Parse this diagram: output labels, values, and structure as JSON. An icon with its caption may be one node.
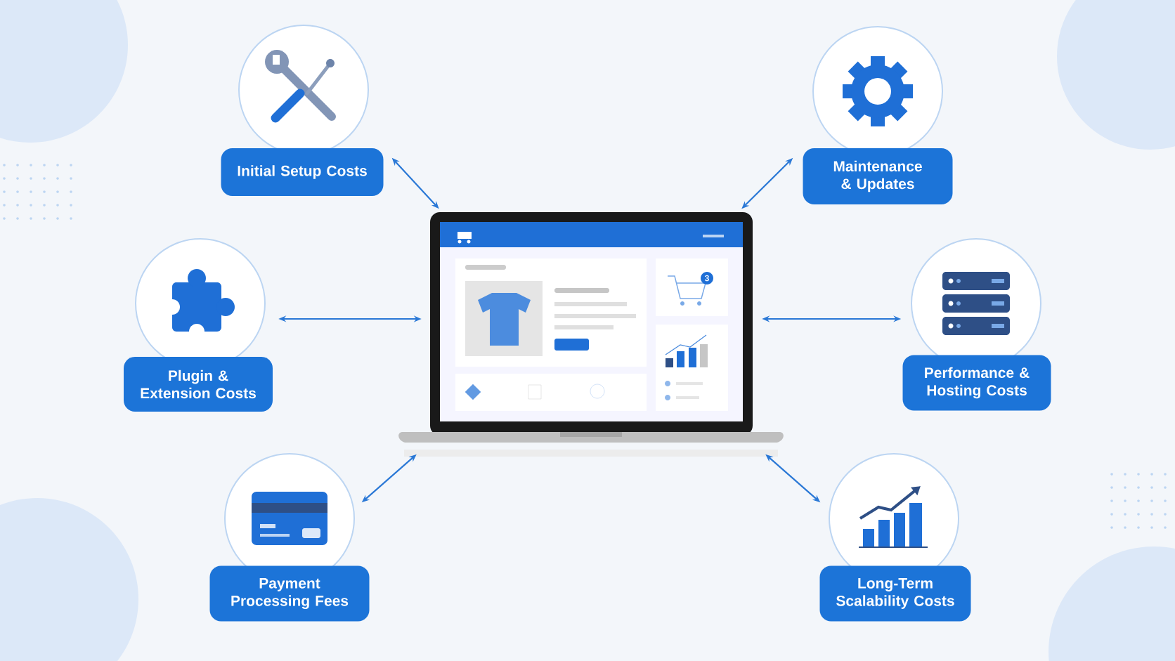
{
  "diagram": {
    "nodes": [
      {
        "text": [],
        "shape": "picture"
      },
      {
        "text": [
          "Initial Setup Costs"
        ]
      },
      {
        "text": [
          "Maintenance & Updates"
        ]
      },
      {
        "text": [
          "Plugin & Extension Costs"
        ]
      },
      {
        "text": [
          "Performance & Hosting Costs"
        ]
      },
      {
        "text": [
          "Payment Processing Fees"
        ]
      },
      {
        "text": [
          "Long-Term Scalability Costs"
        ]
      }
    ],
    "edges": [
      {
        "from": 1,
        "to": 0,
        "arrow": "both"
      },
      {
        "from": 2,
        "to": 0,
        "arrow": "both"
      },
      {
        "from": 3,
        "to": 0,
        "arrow": "both"
      },
      {
        "from": 4,
        "to": 0,
        "arrow": "both"
      },
      {
        "from": 5,
        "to": 0,
        "arrow": "both"
      },
      {
        "from": 6,
        "to": 0,
        "arrow": "both"
      }
    ],
    "labels": [
      "3"
    ]
  }
}
